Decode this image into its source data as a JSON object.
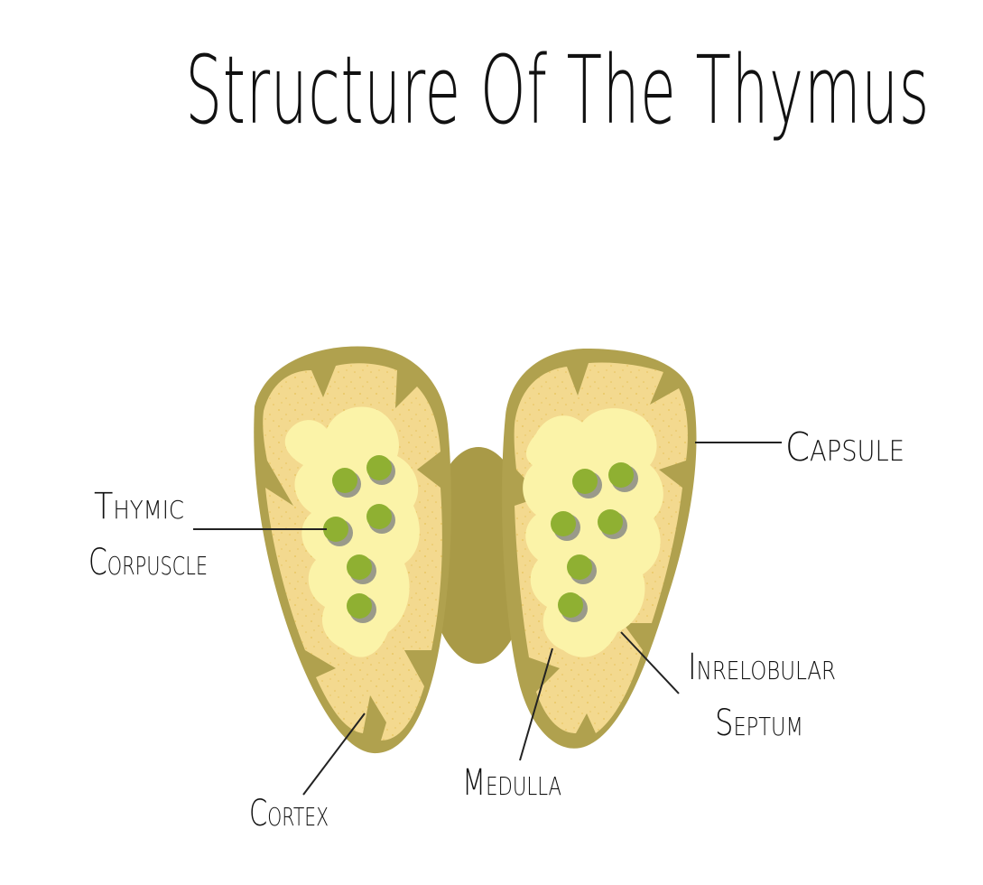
{
  "title": "Structure Of The Thymus",
  "labels": {
    "capsule": "Capsule",
    "thymic_corpuscle_line1": "Thymic",
    "thymic_corpuscle_line2": "Corpuscle",
    "interlobular_line1": "Inrelobular",
    "interlobular_line2": "Septum",
    "medulla": "Medulla",
    "cortex": "Cortex"
  },
  "colors": {
    "capsule": "#b0a14e",
    "cortex": "#f3d98f",
    "medulla": "#fbf3a8",
    "corpuscle": "#8fb032",
    "corpuscle_shadow": "#9a9a8a",
    "isthmus": "#a99a47"
  }
}
